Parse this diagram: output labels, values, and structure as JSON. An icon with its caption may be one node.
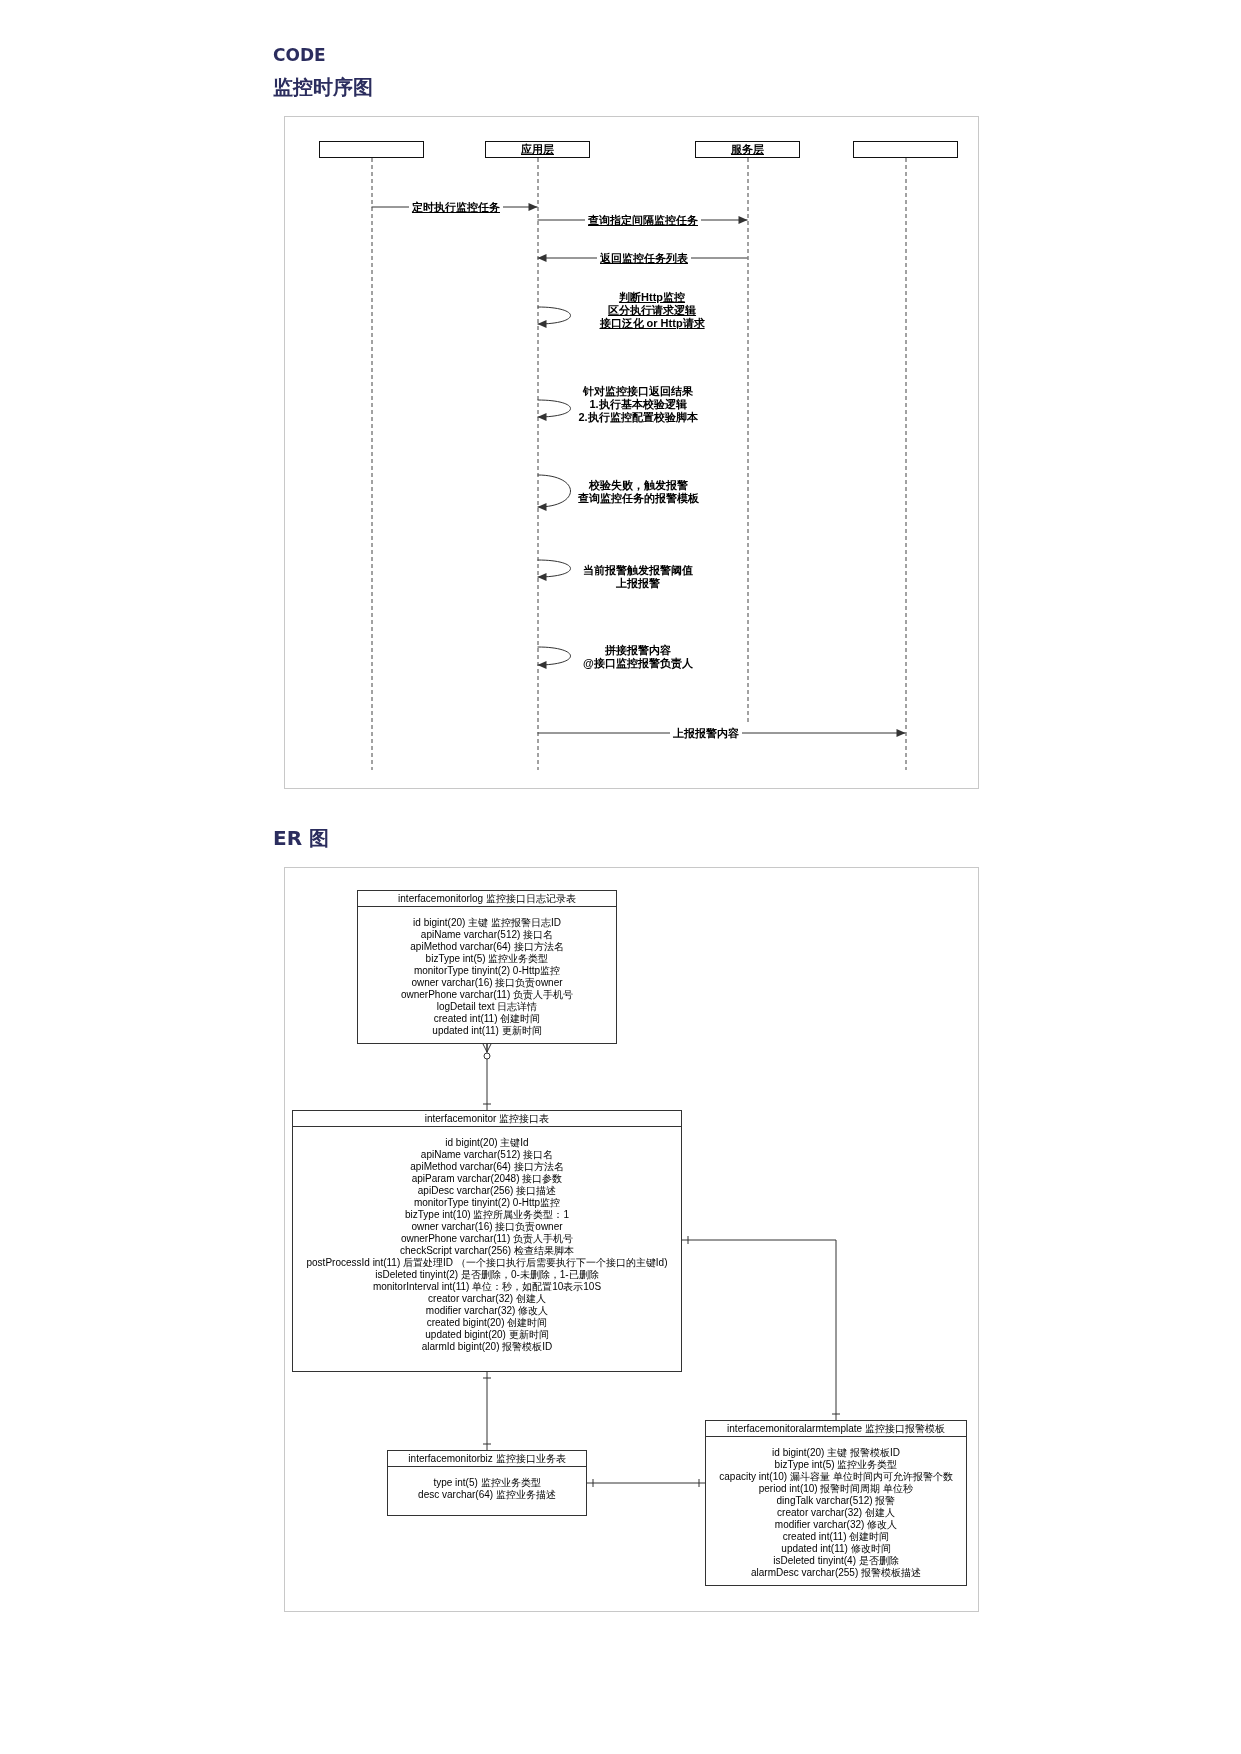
{
  "diagram": {
    "title": "CODE",
    "nodes": [
      {
        "text": [],
        "shape": "box"
      },
      {
        "text": [
          "应用层"
        ]
      },
      {
        "text": [
          "服务层"
        ]
      },
      {
        "text": [],
        "shape": "box"
      },
      {
        "text": [
          "interfacemonitorlog 监控接口日志记录表",
          "id bigint(20) 主键 监控报警日志ID",
          "apiName varchar(512) 接口名",
          "apiMethod varchar(64) 接口方法名",
          "bizType int(5) 监控业务类型",
          "monitorType tinyint(2) 0-Http监控",
          "owner varchar(16) 接口负责owner",
          "ownerPhone varchar(11) 负责人手机号",
          "logDetail text 日志详情",
          "created int(11) 创建时间",
          "updated int(11) 更新时间"
        ]
      },
      {
        "text": [
          "interfacemonitor 监控接口表",
          "id bigint(20) 主键Id",
          "apiName varchar(512) 接口名",
          "apiMethod varchar(64) 接口方法名",
          "apiParam varchar(2048) 接口参数",
          "apiDesc varchar(256) 接口描述",
          "monitorType tinyint(2) 0-Http监控",
          "bizType int(10) 监控所属业务类型：1",
          "owner varchar(16) 接口负责owner",
          "ownerPhone varchar(11) 负责人手机号",
          "checkScript varchar(256) 检查结果脚本",
          "postProcessId int(11) 后置处理ID （一个接口执行后需要执行下一个接口的主键Id)",
          "isDeleted tinyint(2) 是否删除，0-未删除，1-已删除",
          "monitorInterval int(11) 单位：秒，如配置10表示10S",
          "creator varchar(32) 创建人",
          "modifier varchar(32) 修改人",
          "created bigint(20) 创建时间",
          "updated bigint(20) 更新时间",
          "alarmId bigint(20) 报警模板ID"
        ]
      },
      {
        "text": [
          "interfacemonitorbiz 监控接口业务表",
          "type int(5) 监控业务类型",
          "desc varchar(64) 监控业务描述"
        ]
      },
      {
        "text": [
          "interfacemonitoralarmtemplate 监控接口报警模板",
          "id bigint(20) 主键 报警模板ID",
          "bizType int(5) 监控业务类型",
          "capacity int(10) 漏斗容量 单位时间内可允许报警个数",
          "period int(10) 报警时间周期 单位秒",
          "dingTalk varchar(512) 报警",
          "creator varchar(32) 创建人",
          "modifier varchar(32) 修改人",
          "created int(11) 创建时间",
          "updated int(11) 修改时间",
          "isDeleted tinyint(4) 是否删除",
          "alarmDesc varchar(255) 报警模板描述"
        ]
      }
    ],
    "edges": [
      {
        "from": 0,
        "to": 1,
        "arrow": "to",
        "label": "定时执行监控任务"
      },
      {
        "from": 1,
        "to": 2,
        "arrow": "to",
        "label": "查询指定间隔监控任务"
      },
      {
        "from": 2,
        "to": 1,
        "arrow": "to",
        "label": "返回监控任务列表"
      },
      {
        "from": 1,
        "to": 1,
        "arrow": "to",
        "label": "判断Http监控区分执行请求逻辑接口泛化 or Http请求"
      },
      {
        "from": 1,
        "to": 1,
        "arrow": "to",
        "label": "针对监控接口返回结果1.执行基本校验逻辑2.执行监控配置校验脚本"
      },
      {
        "from": 1,
        "to": 1,
        "arrow": "to",
        "label": "校验失败，触发报警查询监控任务的报警模板"
      },
      {
        "from": 1,
        "to": 1,
        "arrow": "to",
        "label": "当前报警触发报警阈值上报报警"
      },
      {
        "from": 1,
        "to": 1,
        "arrow": "to",
        "label": "拼接报警内容@接口监控报警负责人"
      },
      {
        "from": 1,
        "to": 3,
        "arrow": "to",
        "label": "上报报警内容"
      },
      {
        "from": 4,
        "to": 5,
        "arrow": "other"
      },
      {
        "from": 5,
        "to": 6,
        "arrow": "other"
      },
      {
        "from": 5,
        "to": 7,
        "arrow": "other"
      },
      {
        "from": 6,
        "to": 7,
        "arrow": "other"
      }
    ],
    "labels": [
      "监控时序图",
      "ER 图"
    ]
  }
}
